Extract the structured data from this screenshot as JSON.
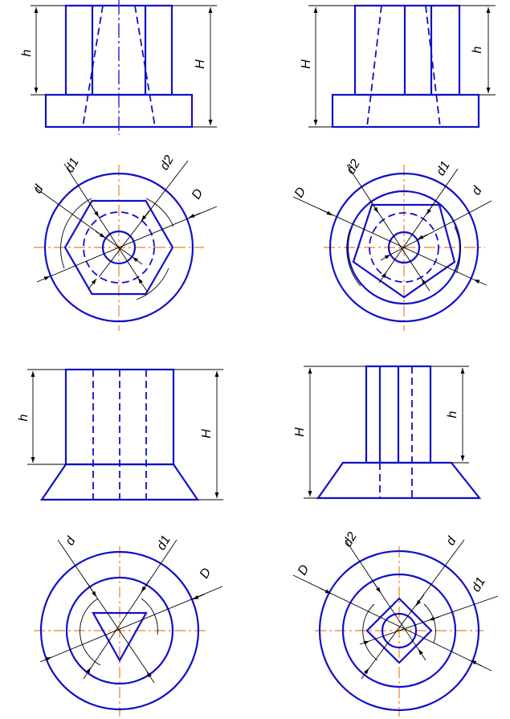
{
  "views": {
    "v1": {
      "h": "h",
      "H": "H",
      "d": "d",
      "d1": "d1",
      "d2": "d2",
      "D": "D"
    },
    "v2": {
      "h": "h",
      "H": "H",
      "d": "d",
      "d1": "d1",
      "d2": "d2",
      "D": "D"
    },
    "v3": {
      "h": "h",
      "H": "H",
      "d": "d",
      "d1": "d1",
      "D": "D"
    },
    "v4": {
      "h": "h",
      "H": "H",
      "d": "d",
      "d1": "d1",
      "d2": "d2",
      "D": "D"
    }
  }
}
